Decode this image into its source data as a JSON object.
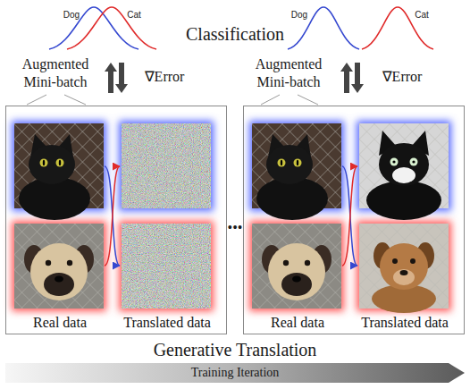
{
  "diagram": {
    "nodes": [
      {
        "text": [
          "Real data",
          "Translated data"
        ]
      },
      {
        "text": [
          "Real data",
          "Translated data"
        ]
      }
    ],
    "labels": [
      "Dog",
      "Cat",
      "Dog",
      "Cat",
      "Classification",
      "Augmented Mini-batch",
      "∇Error",
      "Augmented Mini-batch",
      "∇Error",
      "•••",
      "Generative Translation",
      "Training Iteration"
    ]
  }
}
